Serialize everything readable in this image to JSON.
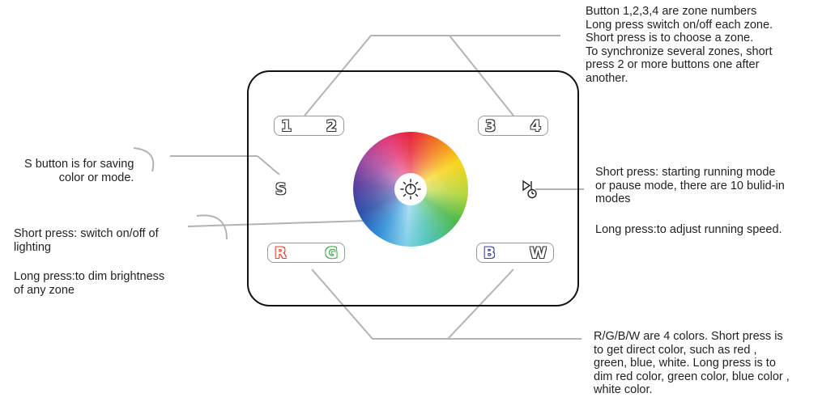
{
  "zone_buttons": {
    "left": [
      "1",
      "2"
    ],
    "right": [
      "3",
      "4"
    ]
  },
  "color_buttons": {
    "left": [
      "R",
      "G"
    ],
    "right": [
      "B",
      "W"
    ]
  },
  "s_button": "S",
  "colors": {
    "red": "#e8412a",
    "green": "#3eb34a",
    "blue": "#3b3f9c",
    "line": "#b3b3b3",
    "panel_border": "#111111"
  },
  "icons": [
    "power-dimmer-icon",
    "play-pause-timer-icon"
  ],
  "annotations": {
    "zones": "Button 1,2,3,4 are zone numbers\nLong press switch on/off each zone.\nShort press is to choose a zone.\nTo synchronize several zones, short\npress 2 or more buttons one after\nanother.",
    "s_button": "S button is for saving\ncolor or mode.",
    "power_short": "Short press: switch on/off of\nlighting",
    "power_long": "Long press:to dim brightness\nof any zone",
    "mode_short": "Short press: starting running mode\nor pause mode, there are 10 bulid-in\nmodes",
    "mode_long": "Long press:to adjust running speed.",
    "colors": "R/G/B/W are 4 colors. Short press is\nto get direct color, such as red ,\ngreen, blue, white. Long press is to\ndim red color, green color, blue color ,\nwhite color."
  }
}
